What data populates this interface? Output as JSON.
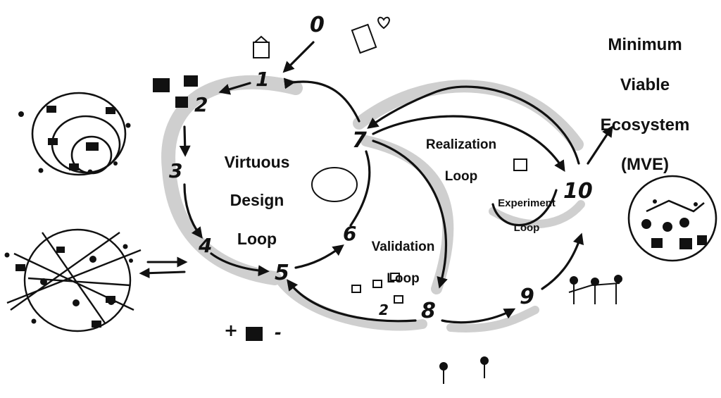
{
  "title_lines": [
    "Minimum",
    "Viable",
    "Ecosystem",
    "(MVE)"
  ],
  "loops": {
    "virtuous": [
      "Virtuous",
      "Design",
      "Loop"
    ],
    "realization": [
      "Realization",
      "Loop"
    ],
    "validation": [
      "Validation",
      "Loop"
    ],
    "experiment": [
      "Experiment",
      "Loop"
    ]
  },
  "steps": [
    "0",
    "1",
    "2",
    "3",
    "4",
    "5",
    "6",
    "7",
    "8",
    "9",
    "10"
  ],
  "annotations": {
    "equation_two": "2",
    "plus": "+",
    "minus": "-"
  },
  "colors": {
    "ink": "#111111",
    "shadow": "#cfcfcf",
    "paper": "#ffffff"
  }
}
